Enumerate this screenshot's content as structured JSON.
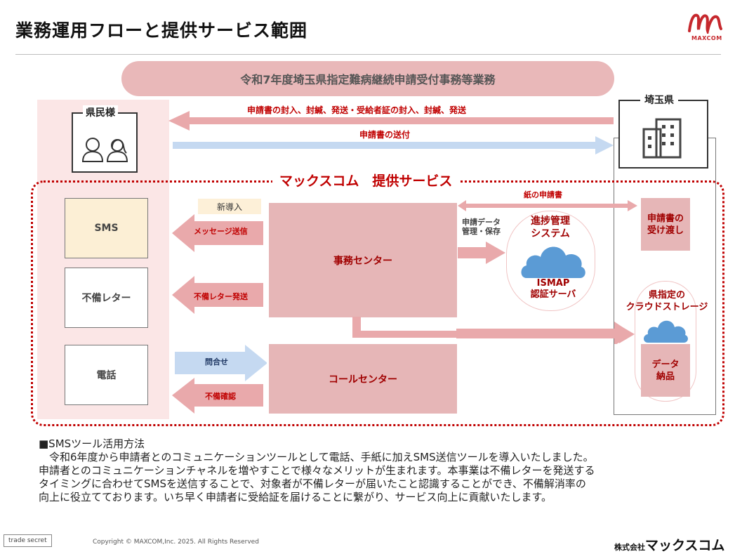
{
  "page": {
    "title": "業務運用フローと提供サービス範囲",
    "logo_text": "MAXCOM"
  },
  "banner": "令和7年度埼玉県指定難病継続申請受付事務等業務",
  "parties": {
    "citizen": "県民様",
    "prefecture": "埼玉県"
  },
  "top_flows": {
    "to_citizen": "申請書の封入、封緘、発送・受給者証の封入、封緘、発送",
    "to_prefecture": "申請書の送付"
  },
  "service_section": {
    "title": "マックスコム　提供サービス",
    "channels": {
      "sms": "SMS",
      "letter": "不備レター",
      "phone": "電話",
      "new_tag": "新導入"
    },
    "arrows": {
      "message_send": "メッセージ送信",
      "letter_send": "不備レター発送",
      "inquiry": "問合せ",
      "deficiency_check": "不備確認",
      "paper_application": "紙の申請書",
      "data_manage": "申請データ\n管理・保存"
    },
    "office_center": "事務センター",
    "call_center": "コールセンター",
    "progress_system": {
      "title": "進捗管理\nシステム",
      "server": "ISMAP\n認証サーバ"
    },
    "handover": "申請書の\n受け渡し",
    "pref_storage": "県指定の\nクラウドストレージ",
    "data_delivery": "データ\n納品"
  },
  "description": {
    "heading": "■SMSツール活用方法",
    "lines": [
      "　令和6年度から申請者とのコミュニケーションツールとして電話、手紙に加えSMS送信ツールを導入いたしました。",
      "申請者とのコミュニケーションチャネルを増やすことで様々なメリットが生まれます。本事業は不備レターを発送する",
      "タイミングに合わせてSMSを送信することで、対象者が不備レターが届いたこと認識することができ、不備解消率の",
      "向上に役立てております。いち早く申請者に受給証を届けることに繋がり、サービス向上に貢献いたします。"
    ]
  },
  "footer": {
    "tag": "trade secret",
    "copyright": "Copyright © MAXCOM,Inc. 2025. All Rights Reserved",
    "company_prefix": "株式会社",
    "company_name": "マックスコム"
  },
  "colors": {
    "accent_red": "#c00000",
    "pink_fill": "#e6b6b7",
    "arrow_pink": "#e9a9ab",
    "arrow_blue": "#c5d9f1",
    "cloud_blue": "#5b9bd5"
  }
}
